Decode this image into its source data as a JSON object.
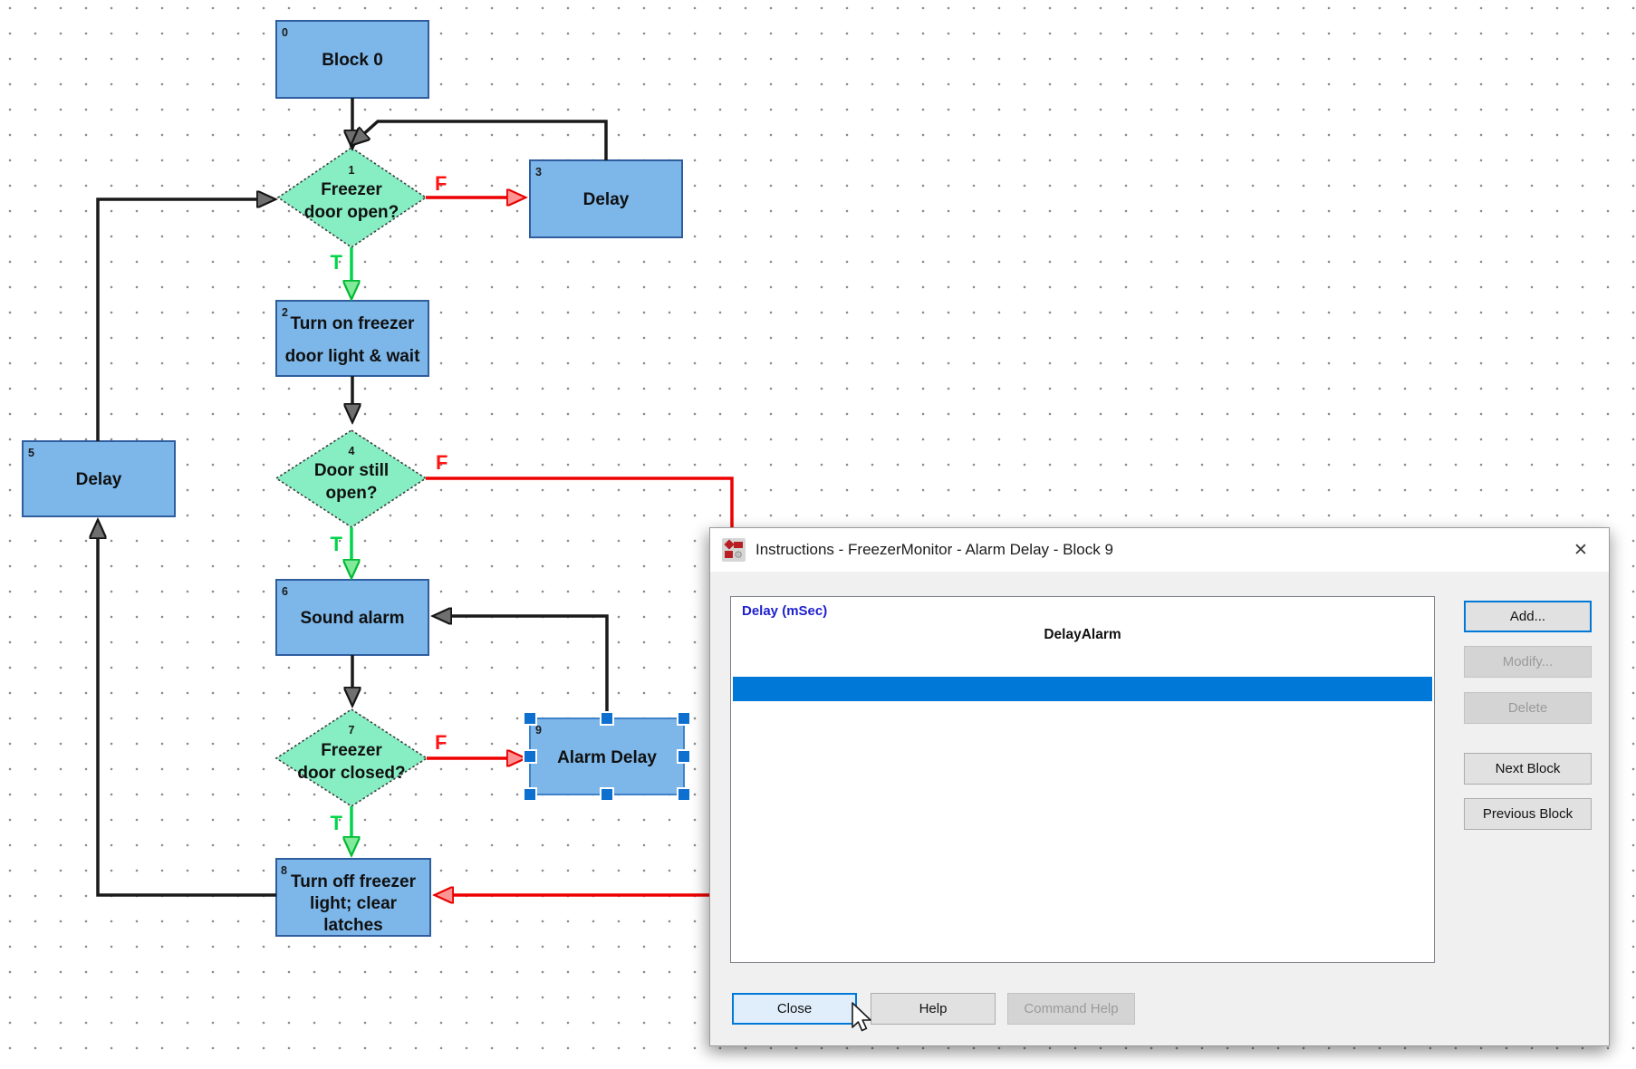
{
  "theme": {
    "accent": "#0078d7",
    "block-fill": "#7db7ea",
    "block-border": "#2f5d9e",
    "decision-fill": "#87edc3",
    "decision-border": "#3d3d3d",
    "edge-black": "#1a1a1a",
    "edge-green": "#00d44a",
    "edge-red": "#ee0000",
    "selection-handle": "#0d6fd0",
    "dialog-bg": "#f0f0f0",
    "titlebar-bg": "#ffffff",
    "list-header-color": "#2020cc",
    "selected-row": "#0078d7"
  },
  "flowchart": {
    "blocks": [
      {
        "num": "0",
        "lines": [
          "Block 0"
        ]
      },
      {
        "num": "3",
        "lines": [
          "Delay"
        ]
      },
      {
        "num": "2",
        "lines": [
          "Turn on freezer",
          "door light & wait"
        ]
      },
      {
        "num": "5",
        "lines": [
          "Delay"
        ]
      },
      {
        "num": "6",
        "lines": [
          "Sound alarm"
        ]
      },
      {
        "num": "9",
        "lines": [
          "Alarm Delay"
        ],
        "selected": true
      },
      {
        "num": "8",
        "lines": [
          "Turn off freezer",
          "light; clear",
          "latches"
        ]
      }
    ],
    "decisions": [
      {
        "num": "1",
        "lines": [
          "Freezer",
          "door open?"
        ]
      },
      {
        "num": "4",
        "lines": [
          "Door still",
          "open?"
        ]
      },
      {
        "num": "7",
        "lines": [
          "Freezer",
          "door closed?"
        ]
      }
    ],
    "branch_labels": {
      "true": "T",
      "false": "F"
    }
  },
  "dialog": {
    "title": "Instructions - FreezerMonitor - Alarm Delay - Block 9",
    "close_glyph": "✕",
    "list": {
      "header": "Delay (mSec)",
      "instruction": "DelayAlarm"
    },
    "side_buttons": {
      "add": "Add...",
      "modify": "Modify...",
      "delete": "Delete",
      "next_block": "Next Block",
      "previous_block": "Previous Block"
    },
    "bottom_buttons": {
      "close": "Close",
      "help": "Help",
      "command_help": "Command Help"
    }
  }
}
